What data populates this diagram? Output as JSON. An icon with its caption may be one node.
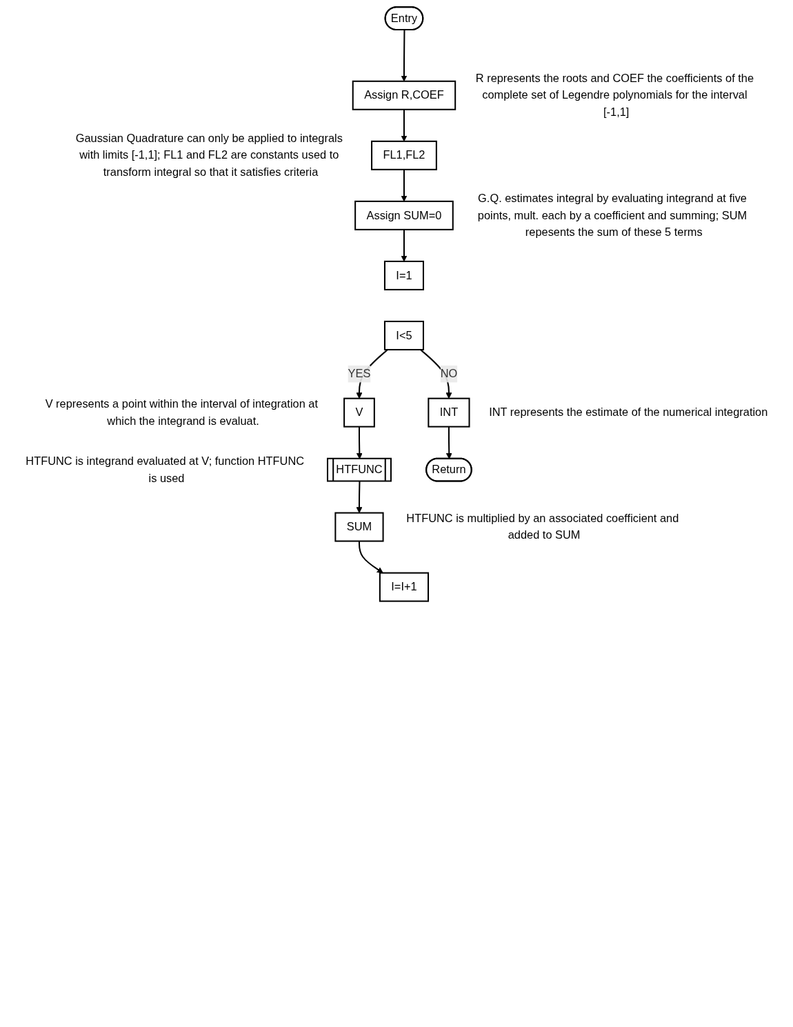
{
  "diagram": {
    "nodes": [
      {
        "text": [
          "Entry"
        ]
      },
      {
        "text": [
          "Assign R,COEF"
        ],
        "beside": [
          "R represents the roots and COEF the coefficients of the complete set of Legendre polynomials for the interval [-1,1]"
        ]
      },
      {
        "text": [
          "FL1,FL2"
        ],
        "beside": [
          "Gaussian Quadrature can only be applied to integrals with limits [-1,1]; FL1 and FL2 are constants used to transform integral so that it satisfies criteria"
        ]
      },
      {
        "text": [
          "Assign SUM=0"
        ],
        "beside": [
          "G.Q. estimates integral by evaluating integrand at five points, mult. each by a coefficient and summing; SUM repesents the sum of these 5 terms"
        ]
      },
      {
        "text": [
          "I=1"
        ]
      },
      {
        "text": [
          "I<5"
        ]
      },
      {
        "text": [
          "I=I+1"
        ]
      },
      {
        "text": [
          "V"
        ],
        "beside": [
          "V represents a point within the interval of integration at which the integrand is evaluat."
        ]
      },
      {
        "text": [
          "HTFUNC"
        ],
        "beside": [
          "HTFUNC is integrand evaluated at V; function HTFUNC is used"
        ]
      },
      {
        "text": [
          "SUM"
        ],
        "beside": [
          "HTFUNC is multiplied by an associated coefficient and added to SUM"
        ]
      },
      {
        "text": [
          "INT"
        ],
        "beside": [
          "INT represents the estimate of the numerical integration"
        ]
      },
      {
        "text": [
          "Return"
        ]
      }
    ],
    "edges": [
      {
        "from": 0,
        "to": 1,
        "arrow": "to"
      },
      {
        "from": 1,
        "to": 2,
        "arrow": "to"
      },
      {
        "from": 2,
        "to": 3,
        "arrow": "to"
      },
      {
        "from": 3,
        "to": 4,
        "arrow": "to"
      },
      {
        "from": 5,
        "to": 10,
        "arrow": "to",
        "label": "NO"
      },
      {
        "from": 5,
        "to": 7,
        "arrow": "to",
        "label": "YES"
      },
      {
        "from": 7,
        "to": 8,
        "arrow": "to"
      },
      {
        "from": 8,
        "to": 9,
        "arrow": "to"
      },
      {
        "from": 9,
        "to": 6,
        "arrow": "to"
      },
      {
        "from": 10,
        "to": 11,
        "arrow": "to"
      }
    ]
  }
}
